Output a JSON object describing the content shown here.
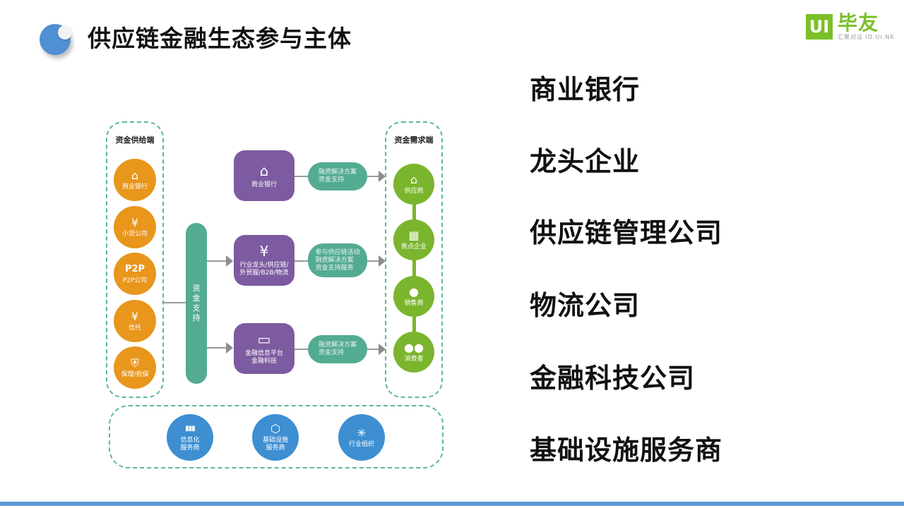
{
  "header": {
    "title": "供应链金融生态参与主体",
    "logo_mark": "UI",
    "logo_name": "毕友",
    "logo_subtitle": "汇聚对话 ID.UI.NK"
  },
  "diagram": {
    "supply_side": {
      "label": "资金供给端",
      "items": [
        {
          "icon": "bank-icon",
          "glyph": "⌂",
          "label": "商业银行"
        },
        {
          "icon": "yuan-house-icon",
          "glyph": "¥",
          "label": "小贷公司"
        },
        {
          "icon": "p2p-icon",
          "glyph": "P2P",
          "label": "P2P公司"
        },
        {
          "icon": "trust-hand-icon",
          "glyph": "¥",
          "label": "信托"
        },
        {
          "icon": "shield-icon",
          "glyph": "⛨",
          "label": "保理/担保"
        }
      ]
    },
    "support_bar": {
      "label": "资金支持"
    },
    "middle": [
      {
        "icon": "bank-icon",
        "glyph": "🏛",
        "label": "商业银行",
        "pill": [
          "融资解决方案",
          "资金支持"
        ]
      },
      {
        "icon": "yuan-hand-icon",
        "glyph": "¥",
        "label": "行业龙头/供应链/外贸服/B2B/物流",
        "label_lines": [
          "行业龙头/供应链/",
          "外贸服/B2B/物流"
        ],
        "pill": [
          "参与供应链活动",
          "融资解决方案",
          "资金支持服务"
        ]
      },
      {
        "icon": "monitor-yuan-icon",
        "glyph": "🖥",
        "label": "金融信息平台 金融科技",
        "label_lines": [
          "金融信息平台",
          "金融科技"
        ],
        "pill": [
          "融资解决方案",
          "资金支持"
        ]
      }
    ],
    "demand_side": {
      "label": "资金需求端",
      "items": [
        {
          "icon": "store-icon",
          "glyph": "⌂",
          "label": "供应商"
        },
        {
          "icon": "building-icon",
          "glyph": "▦",
          "label": "焦点企业"
        },
        {
          "icon": "person-icon",
          "glyph": "👤",
          "label": "销售商"
        },
        {
          "icon": "people-icon",
          "glyph": "👥",
          "label": "消费者"
        }
      ]
    },
    "infrastructure": [
      {
        "icon": "bar-chart-icon",
        "glyph": "▮▮▮",
        "label_lines": [
          "信息化",
          "服务商"
        ]
      },
      {
        "icon": "cubes-icon",
        "glyph": "⬡",
        "label_lines": [
          "基础设施",
          "服务商"
        ]
      },
      {
        "icon": "network-icon",
        "glyph": "✳",
        "label_lines": [
          "行业组织"
        ]
      }
    ]
  },
  "participants": [
    "商业银行",
    "龙头企业",
    "供应链管理公司",
    "物流公司",
    "金融科技公司",
    "基础设施服务商"
  ],
  "colors": {
    "accent_blue": "#5b9bd5",
    "logo_green": "#7bbf2a",
    "orange": "#e8961c",
    "purple": "#7d5ba0",
    "teal": "#53ab92",
    "green": "#7bb52d",
    "infra_blue": "#3d8fd2"
  }
}
